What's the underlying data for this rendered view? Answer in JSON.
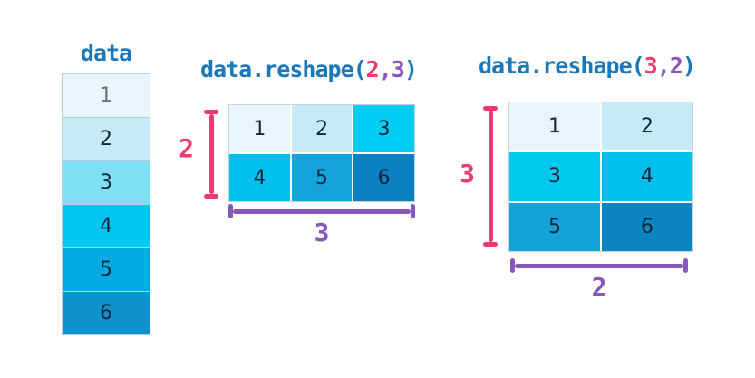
{
  "colors": {
    "code_blue": "#1878ba",
    "rows_pink": "#f03a6e",
    "cols_purple": "#8657bd",
    "cell_text": "#15263c",
    "muted_cell_text": "#5f7380",
    "cell_border": "#b9cdd6"
  },
  "data_column": {
    "title": "data",
    "cells": [
      "1",
      "2",
      "3",
      "4",
      "5",
      "6"
    ],
    "cell_colors": [
      "#e9f5fc",
      "#c7eaf8",
      "#7fdff5",
      "#00c7f0",
      "#00abe3",
      "#0e92cf"
    ]
  },
  "reshape23": {
    "title": {
      "prefix": "data.reshape(",
      "rows": "2",
      "comma": ",",
      "cols": "3",
      "suffix": ")"
    },
    "rows_label": "2",
    "cols_label": "3",
    "cells": [
      "1",
      "2",
      "3",
      "4",
      "5",
      "6"
    ],
    "cell_colors": [
      "#e9f5fc",
      "#c7eaf8",
      "#00cdf4",
      "#00c1ee",
      "#12a4da",
      "#0b80c0"
    ]
  },
  "reshape32": {
    "title": {
      "prefix": "data.reshape(",
      "rows": "3",
      "comma": ",",
      "cols": "2",
      "suffix": ")"
    },
    "rows_label": "3",
    "cols_label": "2",
    "cells": [
      "1",
      "2",
      "3",
      "4",
      "5",
      "6"
    ],
    "cell_colors": [
      "#e9f5fc",
      "#c7eaf8",
      "#00c9f0",
      "#00bfec",
      "#14a2d8",
      "#0b84c0"
    ]
  }
}
